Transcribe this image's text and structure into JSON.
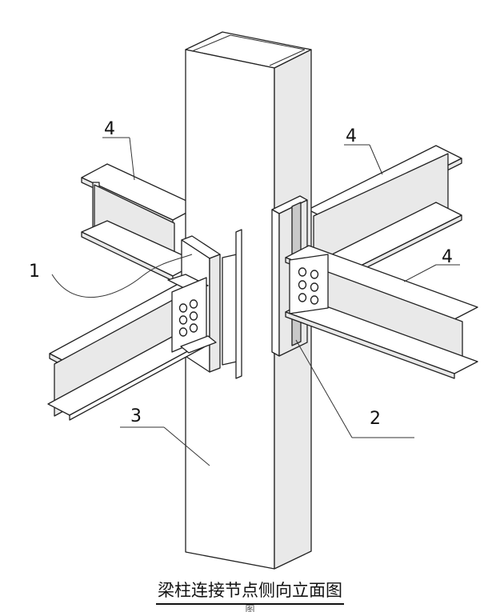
{
  "diagram": {
    "labels": {
      "label_1": "1",
      "label_2": "2",
      "label_3": "3",
      "label_4_left": "4",
      "label_4_right_top": "4",
      "label_4_right_mid": "4"
    },
    "caption": "梁柱连接节点侧向立面图",
    "subcaption": "图"
  }
}
